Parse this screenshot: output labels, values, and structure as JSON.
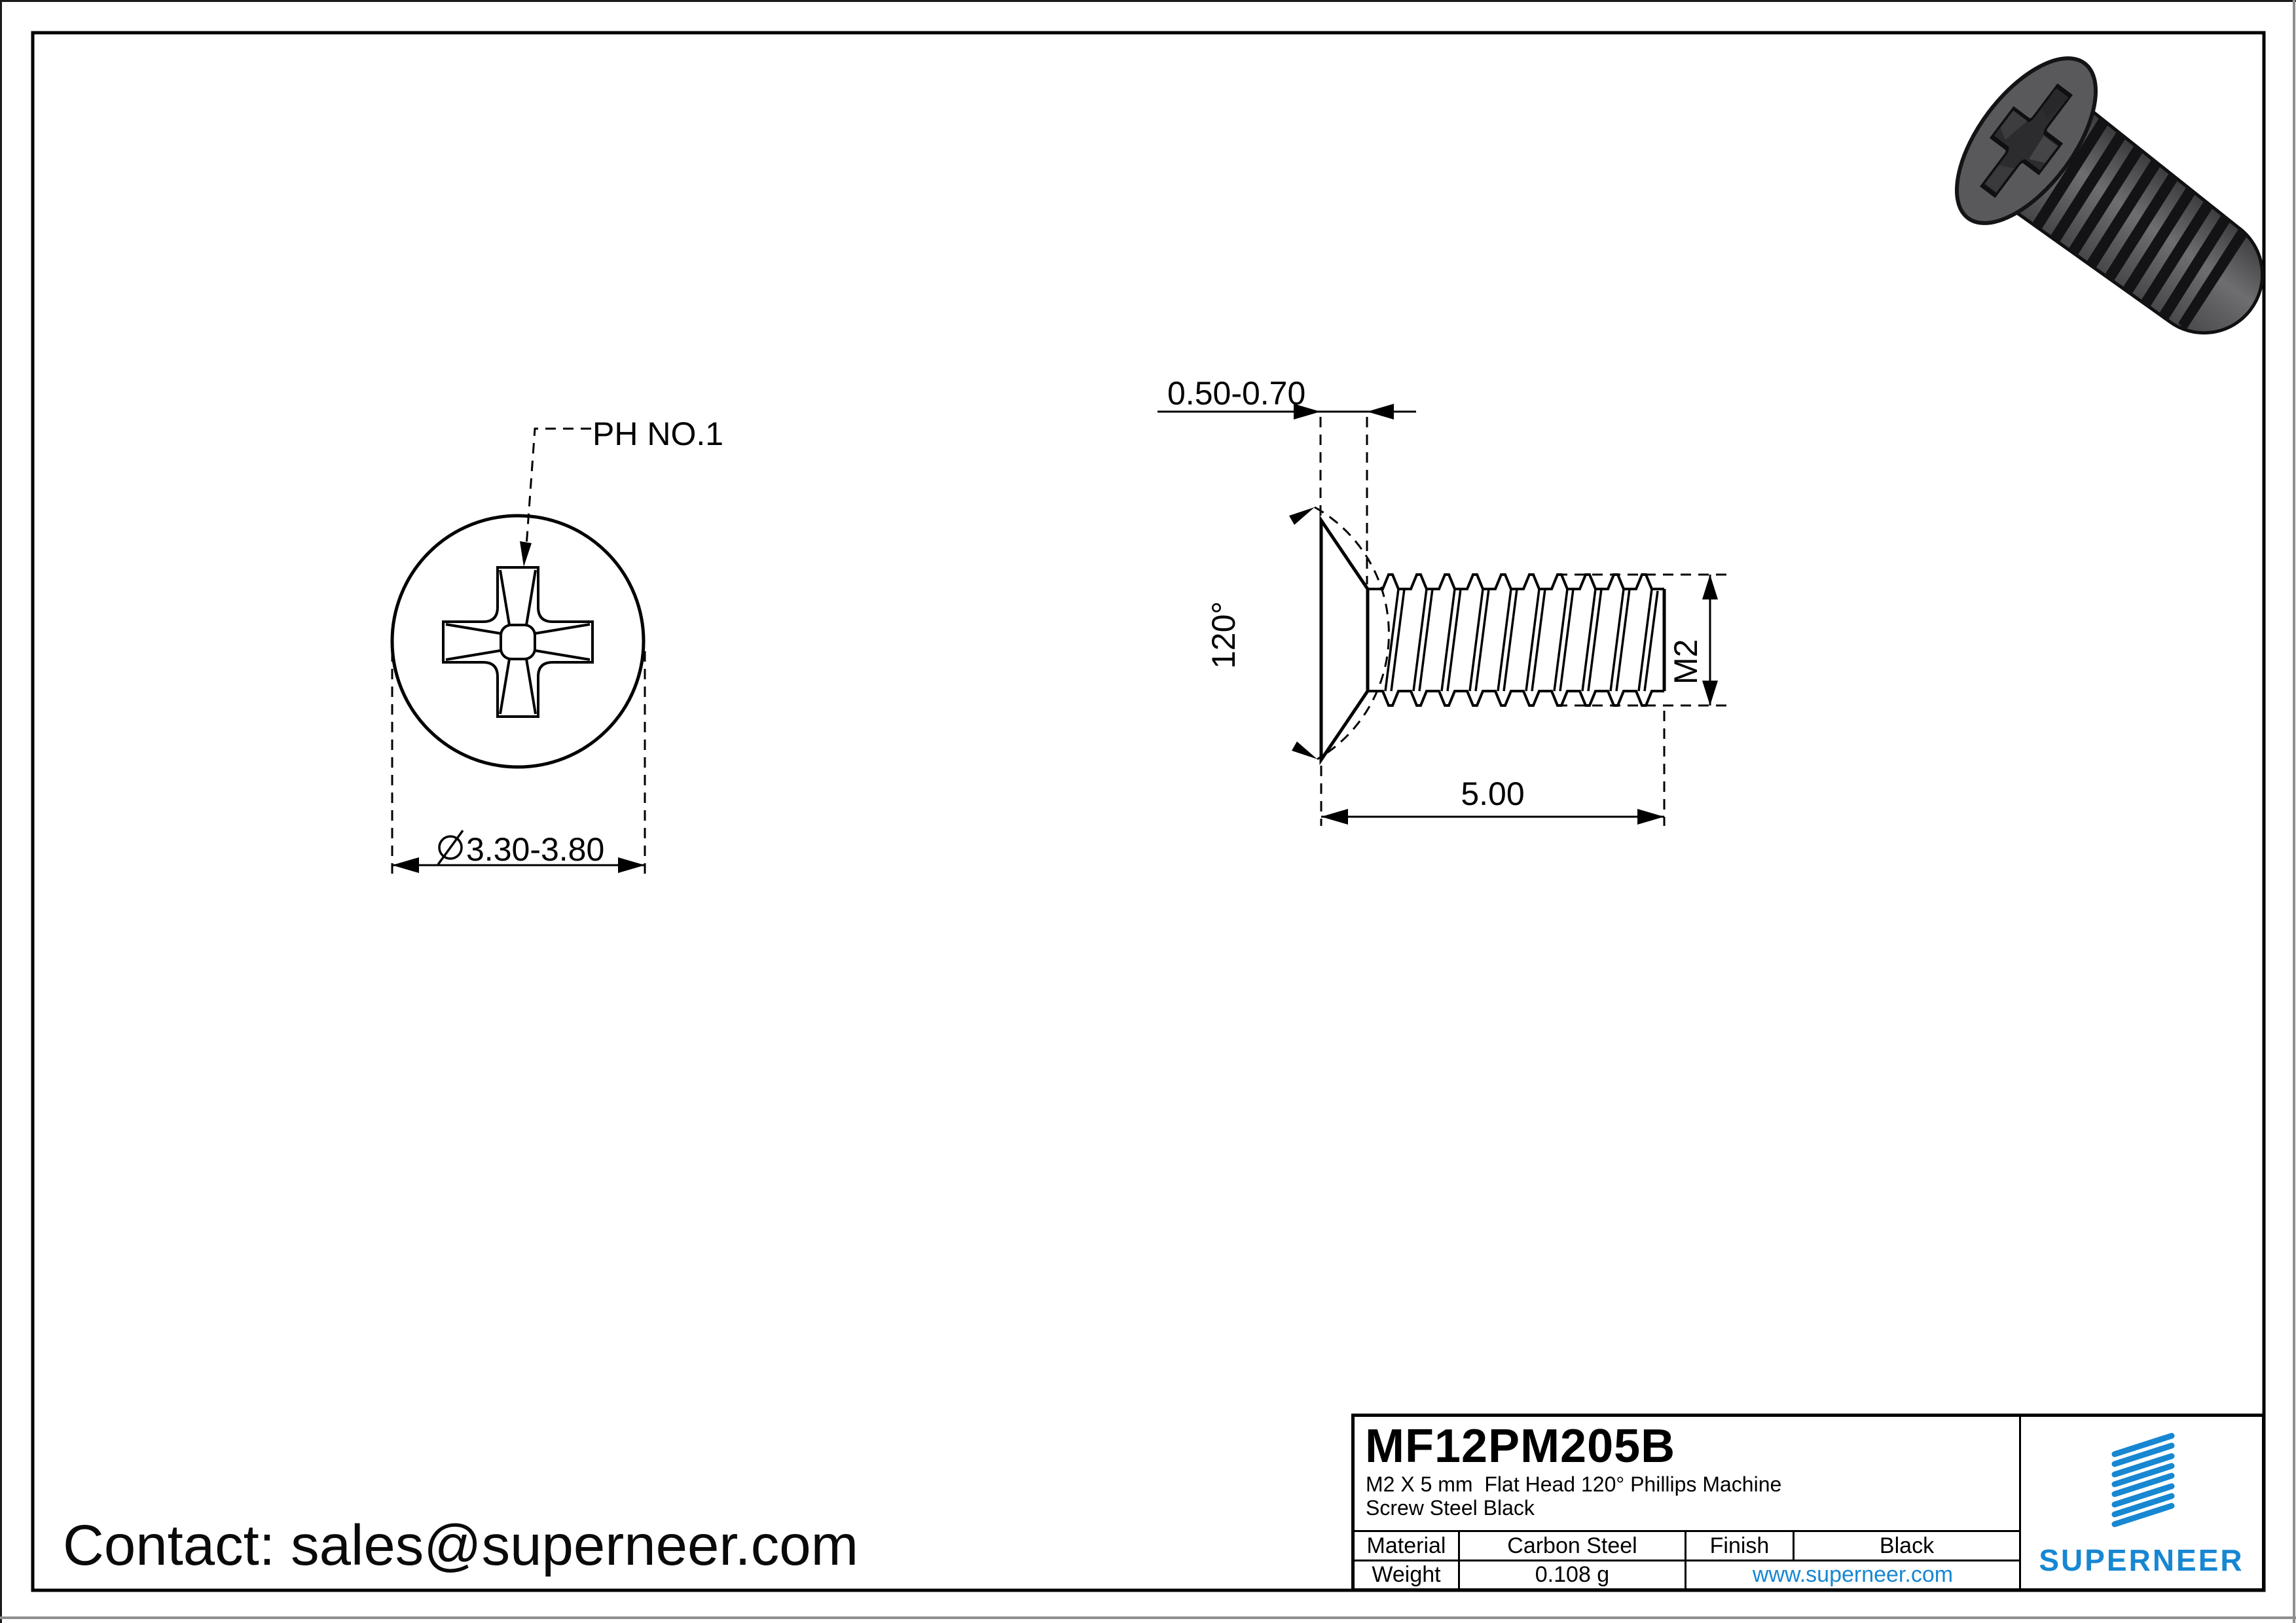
{
  "page": {
    "contact": "Contact: sales@superneer.com"
  },
  "drawing": {
    "top_view": {
      "callout": "PH NO.1",
      "diameter_symbol": "diameter-sign",
      "diameter": "3.30-3.80"
    },
    "side_view": {
      "head_height": "0.50-0.70",
      "angle": "120°",
      "thread": "M2",
      "length": "5.00"
    }
  },
  "title_block": {
    "part_number": "MF12PM205B",
    "description_line1": "M2 X 5 mm  Flat Head 120° Phillips Machine",
    "description_line2": "Screw Steel Black",
    "material_label": "Material",
    "material_value": "Carbon Steel",
    "finish_label": "Finish",
    "finish_value": "Black",
    "weight_label": "Weight",
    "weight_value": "0.108 g",
    "website": "www.superneer.com",
    "brand": "SUPERNEER"
  },
  "colors": {
    "accent_blue": "#1787d2",
    "line_black": "#000000",
    "screw_gray": "#59595b"
  }
}
